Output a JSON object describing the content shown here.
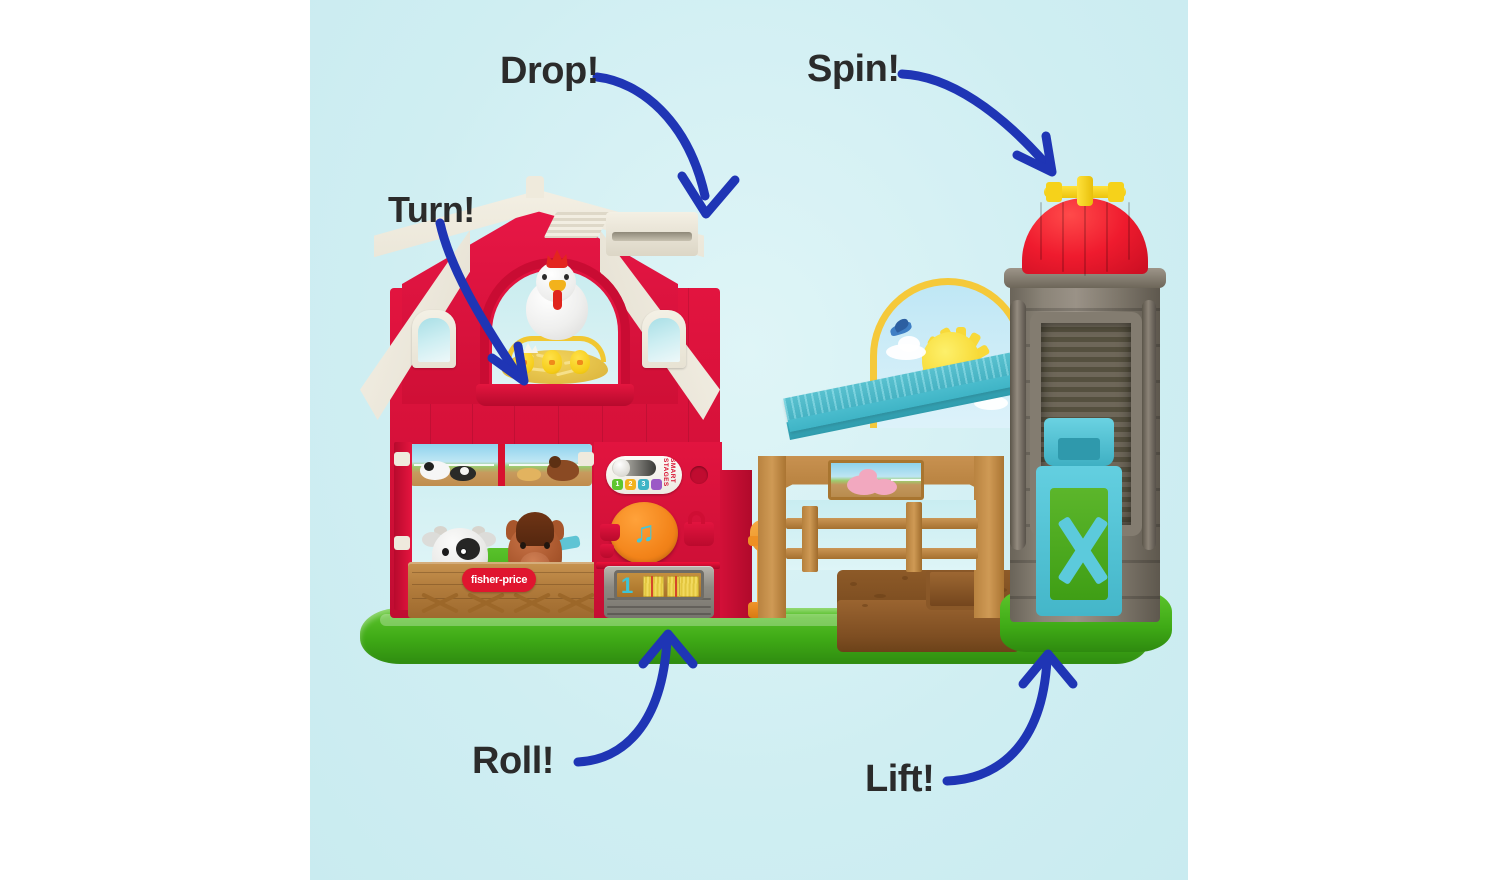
{
  "image": {
    "background_color": "#d4f1f4",
    "page_background": "#ffffff",
    "subject": "Fisher-Price Little People farm barn playset product photo with feature callouts"
  },
  "callouts": [
    {
      "id": "turn",
      "label": "Turn!",
      "target": "chicken-and-chicks-turntable",
      "arrow_direction": "down-right"
    },
    {
      "id": "drop",
      "label": "Drop!",
      "target": "roof-drop-chute",
      "arrow_direction": "down"
    },
    {
      "id": "spin",
      "label": "Spin!",
      "target": "silo-weather-vane",
      "arrow_direction": "down-right"
    },
    {
      "id": "roll",
      "label": "Roll!",
      "target": "hay-bale-cart",
      "arrow_direction": "up"
    },
    {
      "id": "lift",
      "label": "Lift!",
      "target": "silo-lift-door",
      "arrow_direction": "up"
    }
  ],
  "arrow_color": "#1f35b5",
  "label_color": "#2b2b2b",
  "brand": {
    "logo_text": "fisher-price",
    "logo_background": "#e0152f",
    "logo_text_color": "#ffffff"
  },
  "toy": {
    "barn": {
      "body_color": "#d31038",
      "roof_color": "#efeadc",
      "hayloft_animals": [
        "white hen with red comb",
        "yellow chicks"
      ],
      "stall_animals": [
        "black-and-white cow",
        "brown horse"
      ],
      "banner_pictures": [
        "cow in pasture",
        "horses in pasture"
      ]
    },
    "control_panel": {
      "switch_label": "SMART STAGES",
      "switch_label_color": "#d8102f",
      "stage_buttons": [
        "1",
        "2",
        "3"
      ],
      "stage_button_colors": [
        "#5ec62d",
        "#f2b21c",
        "#3fb4c6",
        "#9b59c6"
      ],
      "music_button_icon": "music-note-icon",
      "music_button_color": "#f3841a",
      "music_note_color": "#46c6d8"
    },
    "hay_cart": {
      "number": "1",
      "number_color": "#3ec4d6",
      "body_color": "#8e8b83",
      "contents": "hay bales"
    },
    "silo": {
      "body_color": "#7e776b",
      "dome_color": "#ef1b2e",
      "weather_vane_color": "#ecc40d",
      "lift_door_color": "#44b6c9"
    },
    "ramp_color": "#3fb4c6",
    "base_color": "#3faa16",
    "mud_color": "#7e4e22",
    "water_pump_color": "#ef9023",
    "sun_color": "#f8dc3b"
  }
}
